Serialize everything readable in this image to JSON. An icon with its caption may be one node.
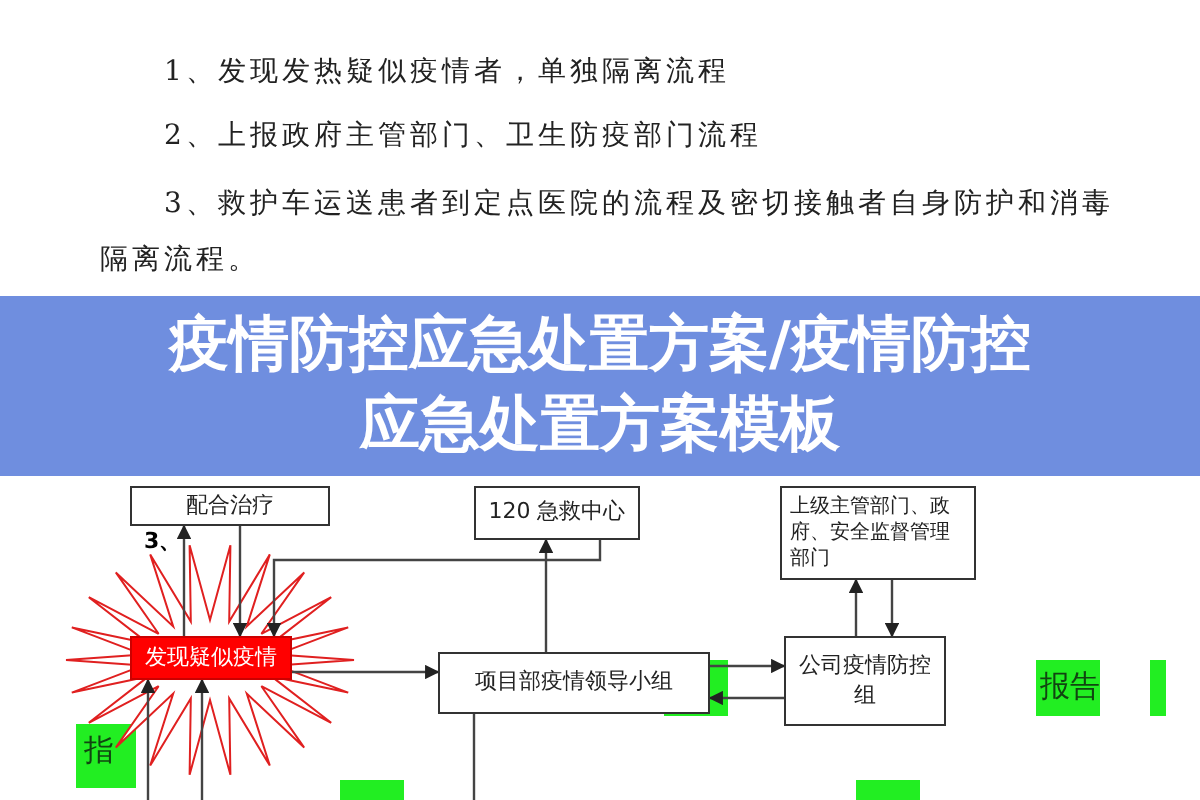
{
  "diagram": {
    "title": "疫情防控应急处置方案/疫情防控应急处置方案模板",
    "nodes": [
      {
        "text": [
          "配合治疗"
        ]
      },
      {
        "text": [
          "120 急救中心"
        ]
      },
      {
        "text": [
          "上级主管部门、政府、安全监督管理部门"
        ]
      },
      {
        "text": [
          "发现疑似疫情"
        ]
      },
      {
        "text": [
          "项目部疫情领导小组"
        ]
      },
      {
        "text": [
          "公司疫情防控组"
        ]
      }
    ],
    "edges": [
      {
        "from": 3,
        "to": 0,
        "arrow": "to"
      },
      {
        "from": 0,
        "to": 3,
        "arrow": "to"
      },
      {
        "from": 1,
        "to": 3,
        "arrow": "to"
      },
      {
        "from": 4,
        "to": 1,
        "arrow": "to"
      },
      {
        "from": 3,
        "to": 4,
        "arrow": "to"
      },
      {
        "from": 4,
        "to": 5,
        "arrow": "to"
      },
      {
        "from": 5,
        "to": 4,
        "arrow": "to"
      },
      {
        "from": 5,
        "to": 2,
        "arrow": "to"
      },
      {
        "from": 2,
        "to": 5,
        "arrow": "to"
      },
      {
        "from": null,
        "to": 3,
        "arrow": "to"
      },
      {
        "from": null,
        "to": 3,
        "arrow": "to"
      },
      {
        "from": 4,
        "to": null,
        "arrow": "none"
      }
    ],
    "labels": [
      "1、发现发热疑似疫情者，单独隔离流程",
      "2、上报政府主管部门、卫生防疫部门流程",
      "3、救护车运送患者到定点医院的流程及密切接触者自身防护和消毒隔离流程。",
      "3、",
      "指",
      "报告"
    ]
  }
}
